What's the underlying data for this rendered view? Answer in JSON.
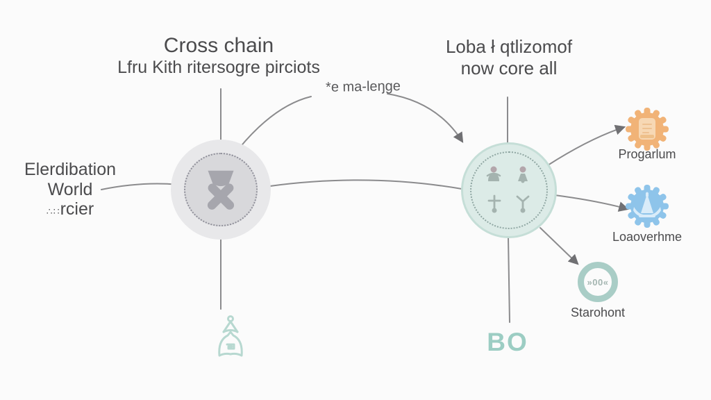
{
  "top_left_heading": {
    "line1": "Cross chain",
    "line2": "Lfru Kith ritersogre pirciots"
  },
  "top_right_heading": {
    "line1": "Loba ł qtlizomof",
    "line2": "now core all"
  },
  "left_label": {
    "line1": "Elerdibation",
    "line2": "World",
    "line3_prefix": "∴∷",
    "line3_text": "rcier"
  },
  "curve_label": "*e ma-leŋge",
  "hubs": {
    "left_icon": "crossed-tools",
    "right_icon": "four-pictograms"
  },
  "outputs": [
    {
      "label": "Progarlum",
      "icon": "gear-document",
      "color": "#f1b377"
    },
    {
      "label": "Loaoverhme",
      "icon": "gear-monument",
      "color": "#8ec4ea"
    },
    {
      "label": "Starohont",
      "icon": "counter-ring",
      "icon_text": "»00«",
      "color": "#a9cdc6"
    }
  ],
  "bottom_icon": "bell-figure",
  "bottom_right_label": "BO",
  "colors": {
    "background": "#fbfbfb",
    "text": "#4b4b4d",
    "connector": "#8b8b8d",
    "gray_hub_outer": "#e8e8ea",
    "gray_hub_inner": "#d8d8db",
    "teal_hub_fill": "#dcebe7",
    "teal_hub_border": "#c5ded7",
    "teal_accent": "#9ccdc3",
    "orange": "#f1b377",
    "blue": "#8ec4ea"
  }
}
